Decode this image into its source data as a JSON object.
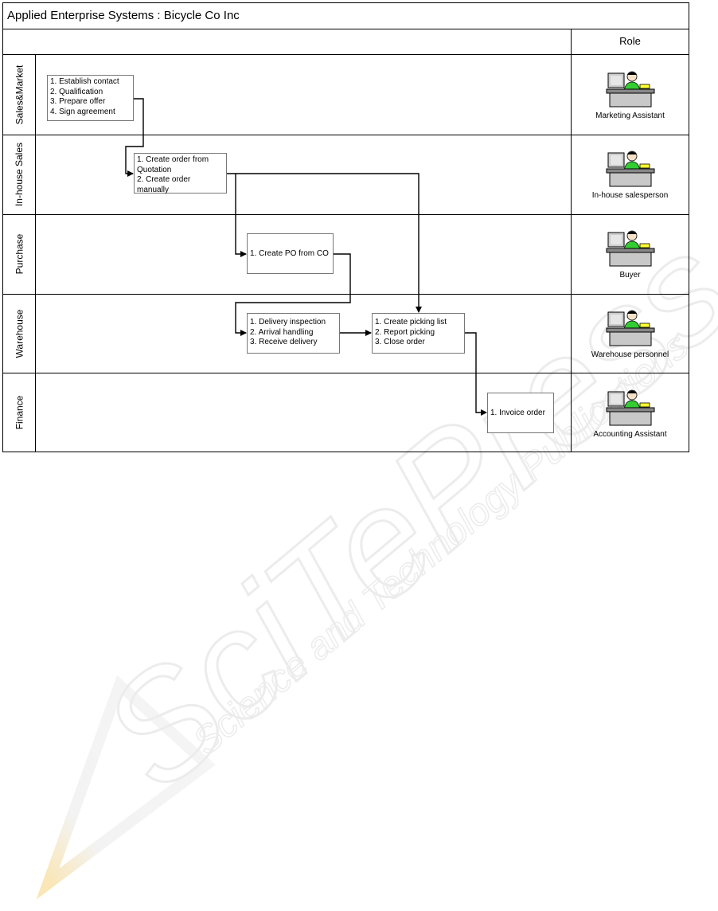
{
  "diagram": {
    "title": "Applied Enterprise Systems : Bicycle Co Inc",
    "role_header": "Role",
    "lanes": [
      {
        "label": "Sales&Market",
        "role": "Marketing Assistant"
      },
      {
        "label": "In-house Sales",
        "role": "In-house salesperson"
      },
      {
        "label": "Purchase",
        "role": "Buyer"
      },
      {
        "label": "Warehouse",
        "role": "Warehouse personnel"
      },
      {
        "label": "Finance",
        "role": "Accounting Assistant"
      }
    ],
    "activities": {
      "sales": [
        "1. Establish contact",
        "2. Qualification",
        "3. Prepare offer",
        "4. Sign agreement"
      ],
      "inhouse": [
        "1. Create order from",
        "Quotation",
        "2. Create order",
        "manually"
      ],
      "purchase": [
        "1. Create PO from CO"
      ],
      "delivery": [
        "1. Delivery inspection",
        "2. Arrival handling",
        "3. Receive delivery"
      ],
      "picking": [
        "1. Create picking list",
        "2. Report picking",
        "3. Close order"
      ],
      "invoice": [
        "1. Invoice order"
      ]
    },
    "watermark": {
      "main": "SciTePress",
      "sub": "Science and Technology Publications"
    }
  }
}
